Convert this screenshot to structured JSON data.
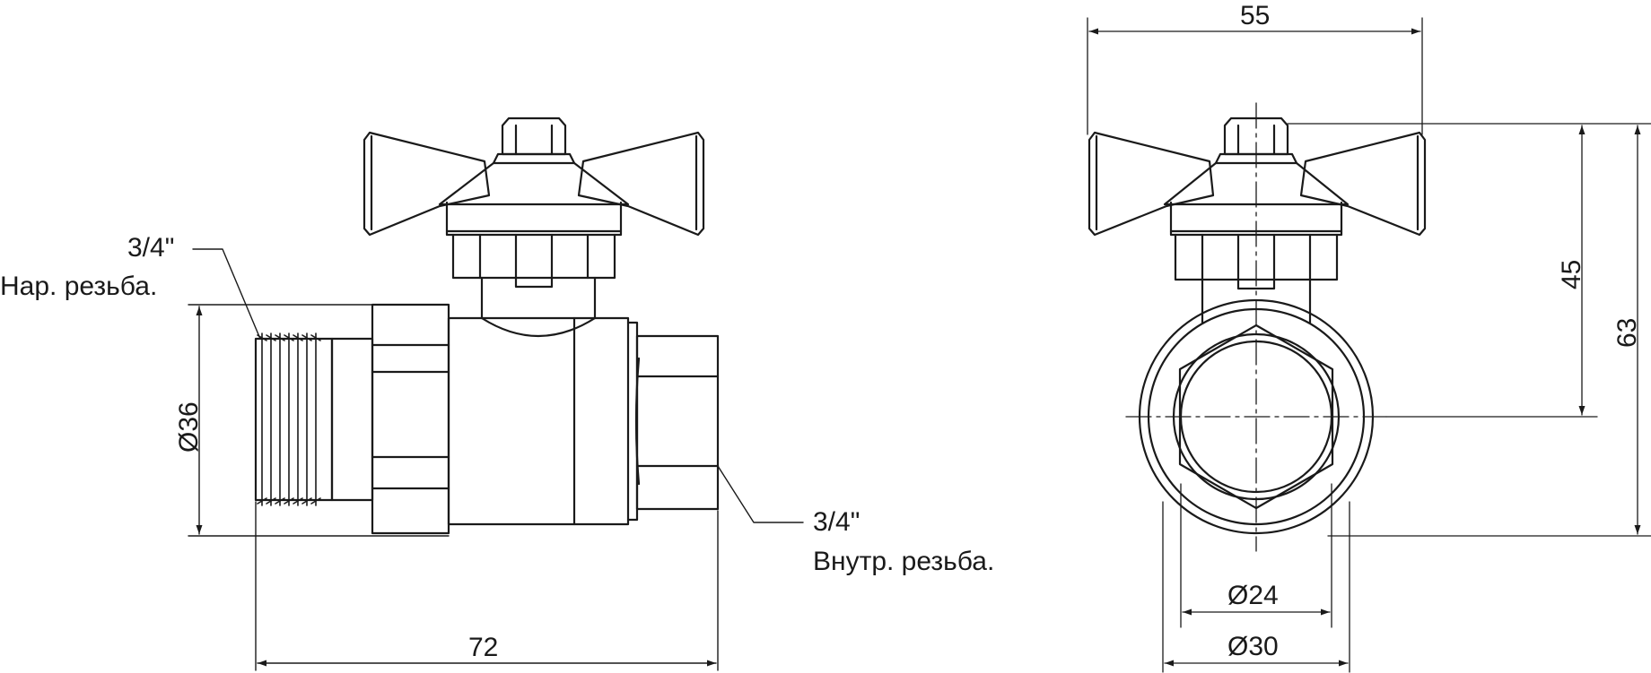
{
  "drawing": {
    "type": "technical-drawing",
    "subject": "ball valve with butterfly handle",
    "stroke_color": "#1a1a1a",
    "background": "#ffffff"
  },
  "side_view": {
    "callout_outer_thread": {
      "size": "3/4\"",
      "label": "Нар. резьба."
    },
    "callout_inner_thread": {
      "size": "3/4\"",
      "label": "Внутр. резьба."
    },
    "dim_diameter": "Ø36",
    "dim_length": "72"
  },
  "front_view": {
    "dim_width": "55",
    "dim_height_axis": "45",
    "dim_height_total": "63",
    "dim_inner_diameter": "Ø24",
    "dim_outer_diameter": "Ø30"
  }
}
